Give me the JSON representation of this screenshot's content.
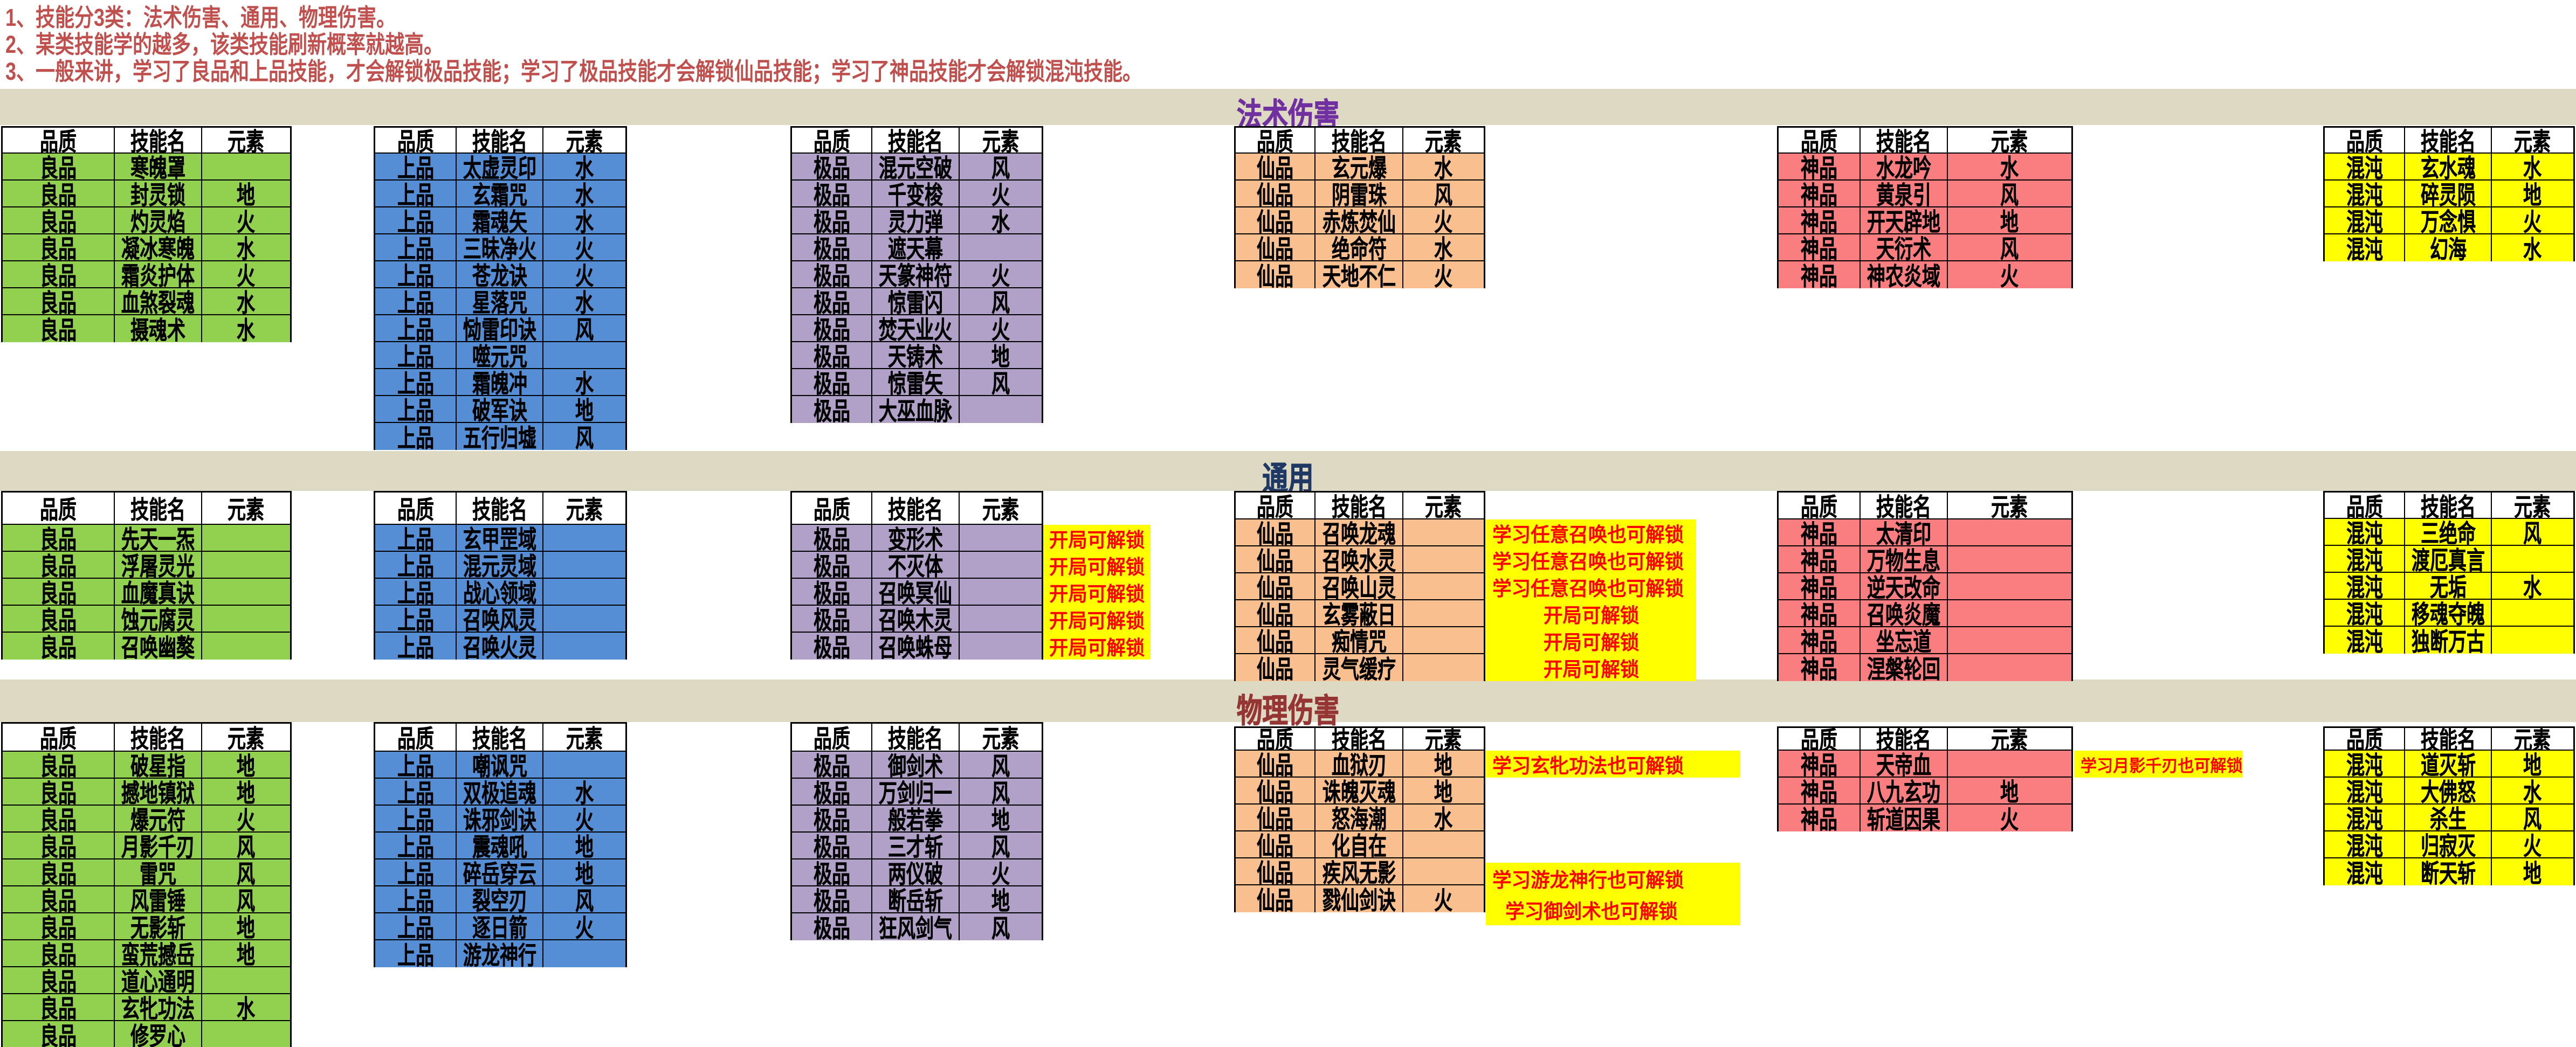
{
  "notes": [
    "1、技能分3类：法术伤害、通用、物理伤害。",
    "2、某类技能学的越多，该类技能刷新概率就越高。",
    "3、一般来讲，学习了良品和上品技能，才会解锁极品技能；学习了极品技能才会解锁仙品技能；学习了神品技能才会解锁混沌技能。"
  ],
  "table_header": {
    "quality": "品质",
    "skill": "技能名",
    "element": "元素"
  },
  "tier_colors": {
    "良品": "#92D050",
    "上品": "#558ED5",
    "极品": "#B1A0C7",
    "仙品": "#FABF8F",
    "神品": "#FA7D80",
    "混沌": "#FFFF00"
  },
  "sections": [
    {
      "title": "法术伤害",
      "title_color": "#7030A0",
      "tables": [
        {
          "tier": "良品",
          "rows": [
            {
              "name": "寒魄罩",
              "element": ""
            },
            {
              "name": "封灵锁",
              "element": "地"
            },
            {
              "name": "灼灵焰",
              "element": "火"
            },
            {
              "name": "凝冰寒魄",
              "element": "水"
            },
            {
              "name": "霜炎护体",
              "element": "火"
            },
            {
              "name": "血煞裂魂",
              "element": "水"
            },
            {
              "name": "摄魂术",
              "element": "水"
            }
          ]
        },
        {
          "tier": "上品",
          "rows": [
            {
              "name": "太虚灵印",
              "element": "水"
            },
            {
              "name": "玄霜咒",
              "element": "水"
            },
            {
              "name": "霜魂矢",
              "element": "水"
            },
            {
              "name": "三昧净火",
              "element": "火"
            },
            {
              "name": "苍龙诀",
              "element": "火"
            },
            {
              "name": "星落咒",
              "element": "水"
            },
            {
              "name": "恸雷印诀",
              "element": "风"
            },
            {
              "name": "噬元咒",
              "element": ""
            },
            {
              "name": "霜魄冲",
              "element": "水"
            },
            {
              "name": "破军诀",
              "element": "地"
            },
            {
              "name": "五行归墟",
              "element": "风"
            }
          ]
        },
        {
          "tier": "极品",
          "rows": [
            {
              "name": "混元空破",
              "element": "风"
            },
            {
              "name": "千变梭",
              "element": "火"
            },
            {
              "name": "灵力弹",
              "element": "水"
            },
            {
              "name": "遮天幕",
              "element": ""
            },
            {
              "name": "天篆神符",
              "element": "火"
            },
            {
              "name": "惊雷闪",
              "element": "风"
            },
            {
              "name": "焚天业火",
              "element": "火"
            },
            {
              "name": "天铸术",
              "element": "地"
            },
            {
              "name": "惊雷矢",
              "element": "风"
            },
            {
              "name": "大巫血脉",
              "element": ""
            }
          ]
        },
        {
          "tier": "仙品",
          "rows": [
            {
              "name": "玄元爆",
              "element": "水"
            },
            {
              "name": "阴雷珠",
              "element": "风"
            },
            {
              "name": "赤炼焚仙",
              "element": "火"
            },
            {
              "name": "绝命符",
              "element": "水"
            },
            {
              "name": "天地不仁",
              "element": "火"
            }
          ]
        },
        {
          "tier": "神品",
          "rows": [
            {
              "name": "水龙吟",
              "element": "水"
            },
            {
              "name": "黄泉引",
              "element": "风"
            },
            {
              "name": "开天辟地",
              "element": "地"
            },
            {
              "name": "天衍术",
              "element": "风"
            },
            {
              "name": "神农炎域",
              "element": "火"
            }
          ]
        },
        {
          "tier": "混沌",
          "rows": [
            {
              "name": "玄水魂",
              "element": "水"
            },
            {
              "name": "碎灵陨",
              "element": "地"
            },
            {
              "name": "万念惧",
              "element": "火"
            },
            {
              "name": "幻海",
              "element": "水"
            }
          ]
        }
      ],
      "annotations": []
    },
    {
      "title": "通用",
      "title_color": "#1F3864",
      "tables": [
        {
          "tier": "良品",
          "rows": [
            {
              "name": "先天一炁",
              "element": ""
            },
            {
              "name": "浮屠灵光",
              "element": ""
            },
            {
              "name": "血魔真诀",
              "element": ""
            },
            {
              "name": "蚀元腐灵",
              "element": ""
            },
            {
              "name": "召唤幽獒",
              "element": ""
            }
          ]
        },
        {
          "tier": "上品",
          "rows": [
            {
              "name": "玄甲罡域",
              "element": ""
            },
            {
              "name": "混元灵域",
              "element": ""
            },
            {
              "name": "战心领域",
              "element": ""
            },
            {
              "name": "召唤风灵",
              "element": ""
            },
            {
              "name": "召唤火灵",
              "element": ""
            }
          ]
        },
        {
          "tier": "极品",
          "rows": [
            {
              "name": "变形术",
              "element": ""
            },
            {
              "name": "不灭体",
              "element": ""
            },
            {
              "name": "召唤冥仙",
              "element": ""
            },
            {
              "name": "召唤木灵",
              "element": ""
            },
            {
              "name": "召唤蛛母",
              "element": ""
            }
          ]
        },
        {
          "tier": "仙品",
          "rows": [
            {
              "name": "召唤龙魂",
              "element": ""
            },
            {
              "name": "召唤水灵",
              "element": ""
            },
            {
              "name": "召唤山灵",
              "element": ""
            },
            {
              "name": "玄雾蔽日",
              "element": ""
            },
            {
              "name": "痴情咒",
              "element": ""
            },
            {
              "name": "灵气缓疗",
              "element": ""
            }
          ]
        },
        {
          "tier": "神品",
          "rows": [
            {
              "name": "太清印",
              "element": ""
            },
            {
              "name": "万物生息",
              "element": ""
            },
            {
              "name": "逆天改命",
              "element": ""
            },
            {
              "name": "召唤炎魔",
              "element": ""
            },
            {
              "name": "坐忘道",
              "element": ""
            },
            {
              "name": "涅槃轮回",
              "element": ""
            }
          ]
        },
        {
          "tier": "混沌",
          "rows": [
            {
              "name": "三绝命",
              "element": "风"
            },
            {
              "name": "渡厄真言",
              "element": ""
            },
            {
              "name": "无垢",
              "element": "水"
            },
            {
              "name": "移魂夺魄",
              "element": ""
            },
            {
              "name": "独断万古",
              "element": ""
            }
          ]
        }
      ],
      "annotations": [
        {
          "id": "s2_jipin",
          "lines": [
            {
              "text": "开局可解锁",
              "align": "center"
            },
            {
              "text": "开局可解锁",
              "align": "center"
            },
            {
              "text": "开局可解锁",
              "align": "center"
            },
            {
              "text": "开局可解锁",
              "align": "center"
            },
            {
              "text": "开局可解锁",
              "align": "center"
            }
          ]
        },
        {
          "id": "s2_xianpin",
          "lines": [
            {
              "text": "学习任意召唤也可解锁",
              "align": "left"
            },
            {
              "text": "学习任意召唤也可解锁",
              "align": "left"
            },
            {
              "text": "学习任意召唤也可解锁",
              "align": "left"
            },
            {
              "text": "开局可解锁",
              "align": "center"
            },
            {
              "text": "开局可解锁",
              "align": "center"
            },
            {
              "text": "开局可解锁",
              "align": "center"
            }
          ]
        }
      ]
    },
    {
      "title": "物理伤害",
      "title_color": "#963634",
      "tables": [
        {
          "tier": "良品",
          "rows": [
            {
              "name": "破星指",
              "element": "地"
            },
            {
              "name": "撼地镇狱",
              "element": "地"
            },
            {
              "name": "爆元符",
              "element": "火"
            },
            {
              "name": "月影千刃",
              "element": "风"
            },
            {
              "name": "雷咒",
              "element": "风"
            },
            {
              "name": "风雷锤",
              "element": "风"
            },
            {
              "name": "无影斩",
              "element": "地"
            },
            {
              "name": "蛮荒撼岳",
              "element": "地"
            },
            {
              "name": "道心通明",
              "element": ""
            },
            {
              "name": "玄牝功法",
              "element": "水"
            },
            {
              "name": "修罗心",
              "element": ""
            }
          ]
        },
        {
          "tier": "上品",
          "rows": [
            {
              "name": "嘲讽咒",
              "element": ""
            },
            {
              "name": "双极追魂",
              "element": "水"
            },
            {
              "name": "诛邪剑诀",
              "element": "火"
            },
            {
              "name": "震魂吼",
              "element": "地"
            },
            {
              "name": "碎岳穿云",
              "element": "地"
            },
            {
              "name": "裂空刃",
              "element": "风"
            },
            {
              "name": "逐日箭",
              "element": "火"
            },
            {
              "name": "游龙神行",
              "element": ""
            }
          ]
        },
        {
          "tier": "极品",
          "rows": [
            {
              "name": "御剑术",
              "element": "风"
            },
            {
              "name": "万剑归一",
              "element": "风"
            },
            {
              "name": "般若拳",
              "element": "地"
            },
            {
              "name": "三才斩",
              "element": "风"
            },
            {
              "name": "两仪破",
              "element": "火"
            },
            {
              "name": "断岳斩",
              "element": "地"
            },
            {
              "name": "狂风剑气",
              "element": "风"
            }
          ]
        },
        {
          "tier": "仙品",
          "rows": [
            {
              "name": "血狱刃",
              "element": "地"
            },
            {
              "name": "诛魄灭魂",
              "element": "地"
            },
            {
              "name": "怒海潮",
              "element": "水"
            },
            {
              "name": "化自在",
              "element": ""
            },
            {
              "name": "疾风无影",
              "element": ""
            },
            {
              "name": "戮仙剑诀",
              "element": "火"
            }
          ]
        },
        {
          "tier": "神品",
          "rows": [
            {
              "name": "天帝血",
              "element": ""
            },
            {
              "name": "八九玄功",
              "element": "地"
            },
            {
              "name": "斩道因果",
              "element": "火"
            }
          ]
        },
        {
          "tier": "混沌",
          "rows": [
            {
              "name": "道灭斩",
              "element": "地"
            },
            {
              "name": "大佛怒",
              "element": "水"
            },
            {
              "name": "杀生",
              "element": "风"
            },
            {
              "name": "归寂灭",
              "element": "火"
            },
            {
              "name": "断天斩",
              "element": "地"
            }
          ]
        }
      ],
      "annotations": [
        {
          "id": "s3_xianpin_top",
          "lines": [
            {
              "text": "学习玄牝功法也可解锁",
              "align": "left"
            }
          ]
        },
        {
          "id": "s3_xianpin_bottom",
          "lines": [
            {
              "text": "学习游龙神行也可解锁",
              "align": "left"
            },
            {
              "text": "学习御剑术也可解锁",
              "align": "indent"
            }
          ]
        },
        {
          "id": "s3_shenpin_top",
          "lines": [
            {
              "text": "学习月影千刃也可解锁",
              "align": "left"
            }
          ]
        }
      ]
    }
  ]
}
